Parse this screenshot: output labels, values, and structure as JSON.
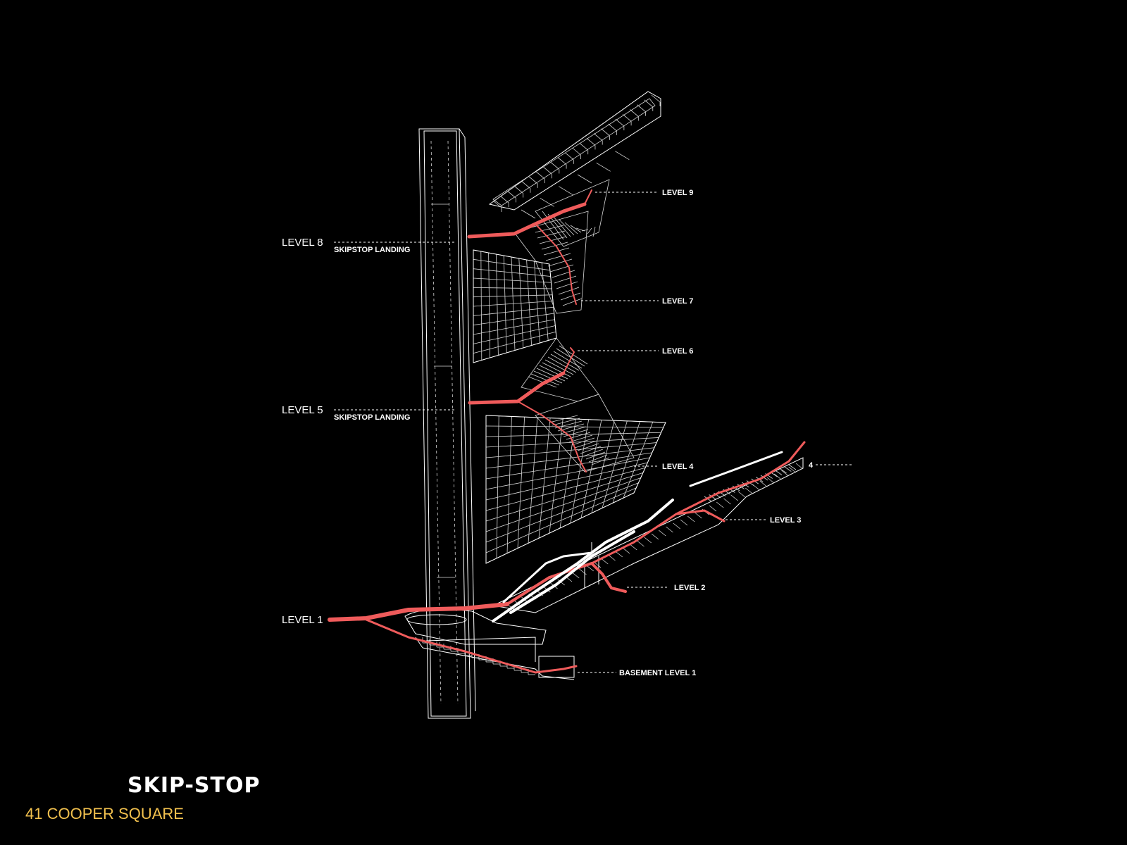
{
  "colors": {
    "background": "#000000",
    "route": "#ef5b5b",
    "line": "#ffffff",
    "subtitle": "#f2c14e"
  },
  "labels": {
    "level8": "LEVEL 8",
    "level5": "LEVEL 5",
    "level1": "LEVEL 1",
    "skipstop_landing_8": "SKIPSTOP LANDING",
    "skipstop_landing_5": "SKIPSTOP LANDING",
    "level9": "LEVEL 9",
    "level7": "LEVEL 7",
    "level6": "LEVEL 6",
    "level4": "LEVEL 4",
    "level3": "LEVEL 3",
    "level2": "LEVEL 2",
    "basement1": "BASEMENT LEVEL 1",
    "stair4": "4"
  },
  "title": "SKIP-STOP",
  "subtitle": "41 COOPER SQUARE"
}
